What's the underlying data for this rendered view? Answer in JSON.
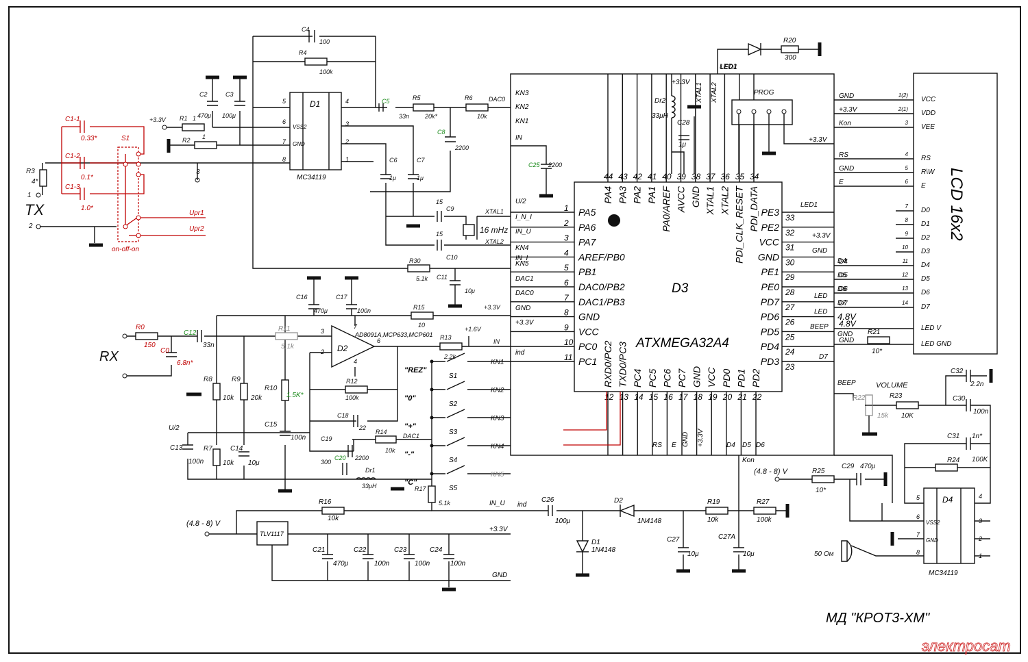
{
  "title": "МД \"КРОТ3-ХМ\"",
  "watermark": "электросат",
  "mcu": {
    "ref": "D3",
    "part": "ATXMEGA32A4",
    "left_pins": [
      {
        "num": "1",
        "name": "PA5"
      },
      {
        "num": "2",
        "name": "PA6"
      },
      {
        "num": "3",
        "name": "PA7"
      },
      {
        "num": "4",
        "name": "AREF/PB0"
      },
      {
        "num": "5",
        "name": "PB1"
      },
      {
        "num": "6",
        "name": "DAC0/PB2"
      },
      {
        "num": "7",
        "name": "DAC1/PB3"
      },
      {
        "num": "8",
        "name": "GND"
      },
      {
        "num": "9",
        "name": "VCC"
      },
      {
        "num": "10",
        "name": "PC0"
      },
      {
        "num": "11",
        "name": "PC1"
      }
    ],
    "top_pins": [
      {
        "num": "44",
        "name": "PA4"
      },
      {
        "num": "43",
        "name": "PA3"
      },
      {
        "num": "42",
        "name": "PA2"
      },
      {
        "num": "41",
        "name": "PA1"
      },
      {
        "num": "40",
        "name": "PA0/AREF"
      },
      {
        "num": "39",
        "name": "AVCC"
      },
      {
        "num": "38",
        "name": "GND"
      },
      {
        "num": "37",
        "name": "XTAL1"
      },
      {
        "num": "36",
        "name": "XTAL2"
      },
      {
        "num": "35",
        "name": "PDI_CLK_RESET"
      },
      {
        "num": "34",
        "name": "PDI_DATA"
      }
    ],
    "right_pins": [
      {
        "num": "33",
        "name": "PE3"
      },
      {
        "num": "32",
        "name": "PE2"
      },
      {
        "num": "31",
        "name": "VCC"
      },
      {
        "num": "30",
        "name": "GND"
      },
      {
        "num": "29",
        "name": "PE1"
      },
      {
        "num": "28",
        "name": "PE0"
      },
      {
        "num": "27",
        "name": "PD7"
      },
      {
        "num": "26",
        "name": "PD6"
      },
      {
        "num": "25",
        "name": "PD5"
      },
      {
        "num": "24",
        "name": "PD4"
      },
      {
        "num": "23",
        "name": "PD3"
      }
    ],
    "bottom_pins": [
      {
        "num": "12",
        "name": "RXD0/PC2"
      },
      {
        "num": "13",
        "name": "TXD0/PC3"
      },
      {
        "num": "14",
        "name": "PC4"
      },
      {
        "num": "15",
        "name": "PC5"
      },
      {
        "num": "16",
        "name": "PC6"
      },
      {
        "num": "17",
        "name": "PC7"
      },
      {
        "num": "18",
        "name": "GND"
      },
      {
        "num": "19",
        "name": "VCC"
      },
      {
        "num": "20",
        "name": "PD0"
      },
      {
        "num": "21",
        "name": "PD1"
      },
      {
        "num": "22",
        "name": "PD2"
      }
    ],
    "left_nets": [
      "KN3",
      "KN2",
      "KN1",
      "IN",
      "U/2",
      "I_N_I",
      "IN_U",
      "KN4",
      "IN_I",
      "KN5",
      "DAC1",
      "DAC0",
      "GND",
      "+3.3V",
      "ind"
    ],
    "top_nets": [
      "+3.3V",
      "XTAL1",
      "XTAL2",
      "Dr2",
      "33μH",
      "C28",
      "1μ",
      "PROG",
      "LED1"
    ],
    "right_nets": [
      "LED1",
      "+3.3V",
      "GND",
      "D4",
      "D5",
      "D6",
      "D7",
      "LED",
      "LED",
      "BEEP",
      "4.8V",
      "GND",
      "D7"
    ],
    "bottom_nets": [
      "RS",
      "E",
      "GND",
      "+3.3V",
      "D4",
      "D5",
      "D6",
      "Kon"
    ]
  },
  "lcd": {
    "name": "LCD  16x2",
    "pins": [
      {
        "net": "GND",
        "num": "1(2)",
        "name": "VCC"
      },
      {
        "net": "+3.3V",
        "num": "2(1)",
        "name": "VDD"
      },
      {
        "net": "Kon",
        "num": "3",
        "name": "VEE"
      },
      {
        "net": "RS",
        "num": "4",
        "name": "RS"
      },
      {
        "net": "GND",
        "num": "5",
        "name": "R\\W"
      },
      {
        "net": "E",
        "num": "6",
        "name": "E"
      },
      {
        "net": "",
        "num": "7",
        "name": "D0"
      },
      {
        "net": "",
        "num": "8",
        "name": "D1"
      },
      {
        "net": "",
        "num": "9",
        "name": "D2"
      },
      {
        "net": "",
        "num": "10",
        "name": "D3"
      },
      {
        "net": "D4",
        "num": "11",
        "name": "D4"
      },
      {
        "net": "D5",
        "num": "12",
        "name": "D5"
      },
      {
        "net": "D6",
        "num": "13",
        "name": "D6"
      },
      {
        "net": "D7",
        "num": "14",
        "name": "D7"
      },
      {
        "net": "4.8V",
        "num": "",
        "name": "LED  V"
      },
      {
        "net": "GND",
        "num": "",
        "name": "LED  GND"
      }
    ],
    "extra": [
      "+3.3V",
      "R21",
      "10*"
    ]
  },
  "tx": {
    "labels": [
      "TX",
      "C1-1",
      "0.33*",
      "C1-2",
      "0.1*",
      "C1-3",
      "1.0*",
      "S1",
      "on-off-on",
      "Upr1",
      "Upr2",
      "R3",
      "4*",
      "1",
      "2",
      "3"
    ],
    "d1": {
      "ref": "D1",
      "part": "MC34119",
      "pins": [
        "5",
        "6",
        "7",
        "8",
        "4",
        "3",
        "2",
        "1"
      ],
      "pin_names": [
        "VSS2",
        "GND"
      ]
    },
    "parts": [
      "C4",
      "100",
      "R4",
      "100k",
      "C2",
      "470μ",
      "C3",
      "100μ",
      "R1",
      "1",
      "R2",
      "1",
      "+3.3V",
      "C5",
      "33n",
      "R5",
      "20k*",
      "R6",
      "10k",
      "DAC0",
      "C8",
      "2200",
      "C6",
      "1μ",
      "C7",
      "1μ",
      "15",
      "C9",
      "15",
      "C10",
      "16 mHz",
      "XTAL1",
      "XTAL2",
      "C25",
      "2200",
      "R30",
      "5.1k",
      "C11",
      "10μ"
    ]
  },
  "rx": {
    "labels": [
      "RX",
      "R0",
      "150",
      "C12",
      "33n",
      "C0",
      "6.8n*",
      "R11",
      "5.1k",
      "R8",
      "10k",
      "R9",
      "20k",
      "R10",
      "1.5K*",
      "C15",
      "100n",
      "R7",
      "10k",
      "C13",
      "100n",
      "C14",
      "10μ",
      "U/2"
    ],
    "d2": {
      "ref": "D2",
      "part": "AD8091A,MCP633,MCP601",
      "pins": [
        "3",
        "2",
        "7",
        "4",
        "6"
      ]
    },
    "parts": [
      "C16",
      "470μ",
      "C17",
      "100n",
      "R15",
      "10",
      "+3.3V",
      "+1.6V",
      "R13",
      "2.2k",
      "IN",
      "R12",
      "100k",
      "C18",
      "22",
      "C19",
      "300",
      "C20",
      "2200",
      "R14",
      "10k",
      "DAC1",
      "Dr1",
      "33μH",
      "R17",
      "5.1k"
    ]
  },
  "buttons": [
    {
      "ref": "S1",
      "label": "\"REZ\"",
      "net": "KN1"
    },
    {
      "ref": "S2",
      "label": "\"0\"",
      "net": "KN2"
    },
    {
      "ref": "S3",
      "label": "\"+\"",
      "net": "KN3"
    },
    {
      "ref": "S4",
      "label": "\"-\"",
      "net": "KN4"
    },
    {
      "ref": "S5",
      "label": "\"C\"",
      "net": "KN5"
    }
  ],
  "power": {
    "labels": [
      "(4.8 - 8) V",
      "TLV1117",
      "R16",
      "10k",
      "IN_U",
      "+3.3V",
      "GND"
    ],
    "caps": [
      {
        "ref": "C21",
        "val": "470μ"
      },
      {
        "ref": "C22",
        "val": "100n"
      },
      {
        "ref": "C23",
        "val": "100n"
      },
      {
        "ref": "C24",
        "val": "100n"
      }
    ]
  },
  "indicator": {
    "labels": [
      "ind",
      "C26",
      "100μ",
      "D2",
      "1N4148",
      "D1",
      "1N4148",
      "C27",
      "10μ",
      "R19",
      "10k",
      "C27A",
      "10μ",
      "R27",
      "100k",
      "Kon"
    ]
  },
  "audio": {
    "labels": [
      "BEEP",
      "VOLUME",
      "R22",
      "15k",
      "R23",
      "10K",
      "C32",
      "2.2n",
      "C30",
      "100n",
      "C31",
      "1n*",
      "R24",
      "100K",
      "(4.8 - 8) V",
      "R25",
      "10*",
      "C29",
      "470μ",
      "50 Ом"
    ],
    "d4": {
      "ref": "D4",
      "part": "MC34119",
      "pins": [
        "5",
        "6",
        "7",
        "8",
        "4",
        "3",
        "2",
        "1"
      ],
      "pin_names": [
        "VSS2",
        "GND"
      ]
    }
  },
  "led": {
    "labels": [
      "R20",
      "300",
      "LED1"
    ]
  }
}
